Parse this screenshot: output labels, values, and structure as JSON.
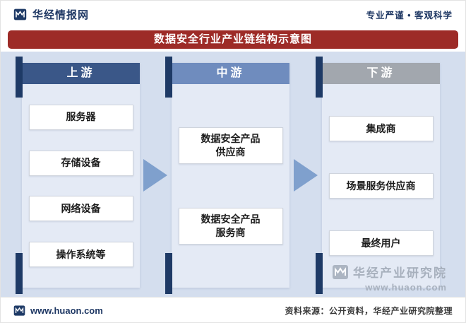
{
  "header": {
    "brand": "华经情报网",
    "tagline": "专业严谨 • 客观科学"
  },
  "title": "数据安全行业产业链结构示意图",
  "diagram": {
    "columns": [
      {
        "label": "上游",
        "items": [
          "服务器",
          "存储设备",
          "网络设备",
          "操作系统等"
        ]
      },
      {
        "label": "中游",
        "items": [
          "数据安全产品\n供应商",
          "数据安全产品\n服务商"
        ]
      },
      {
        "label": "下游",
        "items": [
          "集成商",
          "场景服务供应商",
          "最终用户"
        ]
      }
    ]
  },
  "watermark": {
    "name": "华经产业研究院",
    "site": "www.huaon.com"
  },
  "footer": {
    "site": "www.huaon.com",
    "source": "资料来源：公开资料，华经产业研究院整理"
  },
  "colors": {
    "title_bg": "#9d2b27",
    "accent": "#1e3a66",
    "upstream_header": "#3a5788",
    "midstream_header": "#6f8cbe",
    "downstream_header": "#a2a7ae",
    "arrow": "#7fa0cd",
    "main_bg": "#d4deee",
    "panel_bg": "#e4eaf5"
  }
}
